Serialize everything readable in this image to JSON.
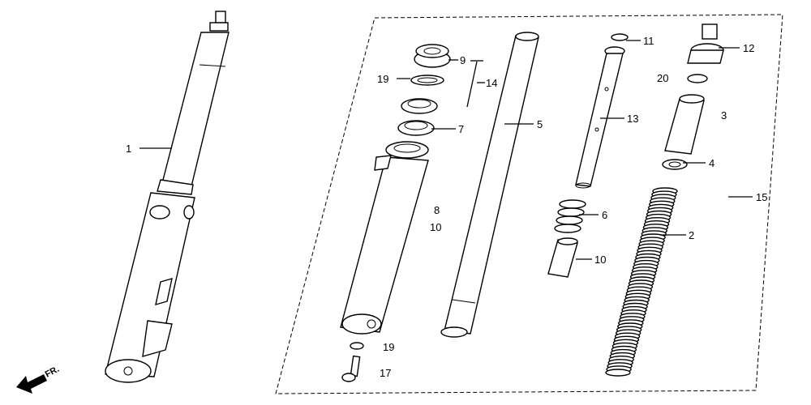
{
  "diagram": {
    "direction_label": "FR.",
    "callouts": {
      "c1": "1",
      "c2": "2",
      "c3": "3",
      "c4": "4",
      "c5": "5",
      "c6": "6",
      "c7": "7",
      "c8": "8",
      "c9": "9",
      "c10a": "10",
      "c10b": "10",
      "c11": "11",
      "c12": "12",
      "c13": "13",
      "c14": "14",
      "c15": "15",
      "c17": "17",
      "c19a": "19",
      "c19b": "19",
      "c20": "20"
    }
  }
}
